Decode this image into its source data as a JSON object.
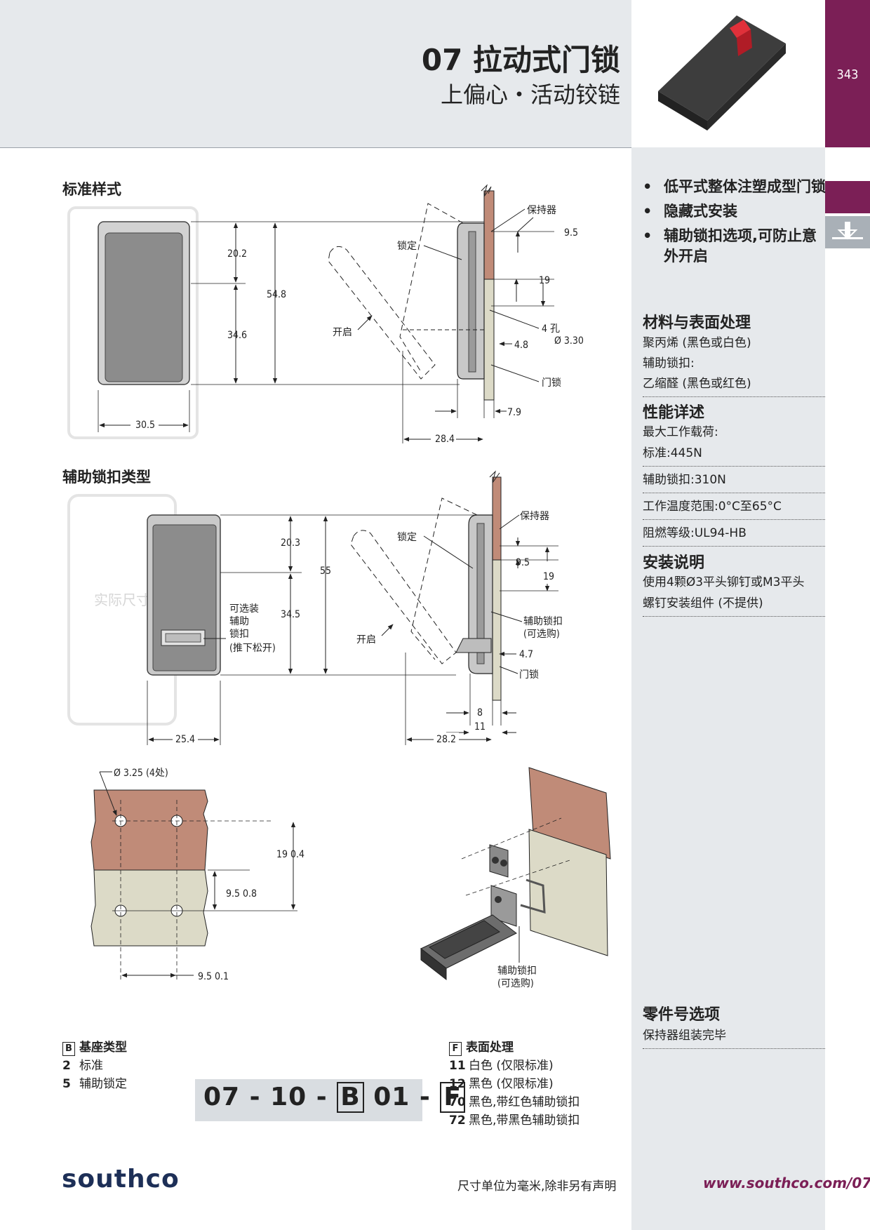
{
  "header": {
    "title": "07 拉动式门锁",
    "subtitle": "上偏心・活动铰链",
    "page_number": "343"
  },
  "sections": {
    "standard": "标准样式",
    "aux": "辅助锁扣类型"
  },
  "drawing1": {
    "dims": [
      "20.2",
      "54.8",
      "34.6",
      "30.5",
      "28.4",
      "9.5",
      "19",
      "4.8",
      "7.9"
    ],
    "labels": {
      "retainer": "保持器",
      "lock": "锁定",
      "open": "开启",
      "holes": "4 孔",
      "hole_dia": "Ø 3.30",
      "door_lock": "门锁"
    }
  },
  "drawing2": {
    "dims": [
      "20.3",
      "55",
      "34.5",
      "25.4",
      "28.2",
      "9.5",
      "19",
      "4.7",
      "8",
      "11"
    ],
    "labels": {
      "retainer": "保持器",
      "lock": "锁定",
      "open": "开启",
      "optional_1": "可选装",
      "optional_2": "辅助",
      "optional_3": "锁扣",
      "optional_4": "(推下松开)",
      "aux_latch": "辅助锁扣",
      "aux_optional": "(可选购)",
      "door_lock": "门锁",
      "actual_size": "实际尺寸"
    }
  },
  "drawing3": {
    "hole_note": "Ø 3.25 (4处)",
    "dims": [
      "19  0.4",
      "9.5  0.8",
      "9.5  0.1"
    ],
    "aux_latch": "辅助锁扣",
    "aux_optional": "(可选购)"
  },
  "features": [
    "低平式整体注塑成型门锁",
    "隐藏式安装",
    "辅助锁扣选项,可防止意外开启"
  ],
  "materials": {
    "title": "材料与表面处理",
    "lines": [
      "聚丙烯 (黑色或白色)",
      "辅助锁扣:",
      "乙缩醛 (黑色或红色)"
    ]
  },
  "performance": {
    "title": "性能详述",
    "max_load": "最大工作载荷:",
    "standard": "标准:445N",
    "aux": "辅助锁扣:310N",
    "temp": "工作温度范围:0°C至65°C",
    "flame": "阻燃等级:UL94-HB"
  },
  "install": {
    "title": "安装说明",
    "text1": "使用4颗Ø3平头铆钉或M3平头",
    "text2": "螺钉安装组件 (不提供)"
  },
  "part_options": {
    "title": "零件号选项",
    "text": "保持器组装完毕"
  },
  "ordering": {
    "base_letter": "B",
    "base_title": "基座类型",
    "base_options": [
      {
        "code": "2",
        "label": "标准"
      },
      {
        "code": "5",
        "label": "辅助锁定"
      }
    ],
    "finish_letter": "F",
    "finish_title": "表面处理",
    "finish_options": [
      {
        "code": "11",
        "label": "白色 (仅限标准)"
      },
      {
        "code": "12",
        "label": "黑色 (仅限标准)"
      },
      {
        "code": "70",
        "label": "黑色,带红色辅助锁扣"
      },
      {
        "code": "72",
        "label": "黑色,带黑色辅助锁扣"
      }
    ],
    "code_prefix": "07 - 10 - ",
    "code_b": "B",
    "code_mid": " 01 - ",
    "code_f": "F"
  },
  "footer": {
    "logo": "southco",
    "note": "尺寸单位为毫米,除非另有声明",
    "url": "www.southco.com/07"
  },
  "colors": {
    "maroon": "#7b1f56",
    "panel_gray": "#e6e9ec",
    "brown": "#c08b78",
    "beige": "#dcdac7"
  }
}
